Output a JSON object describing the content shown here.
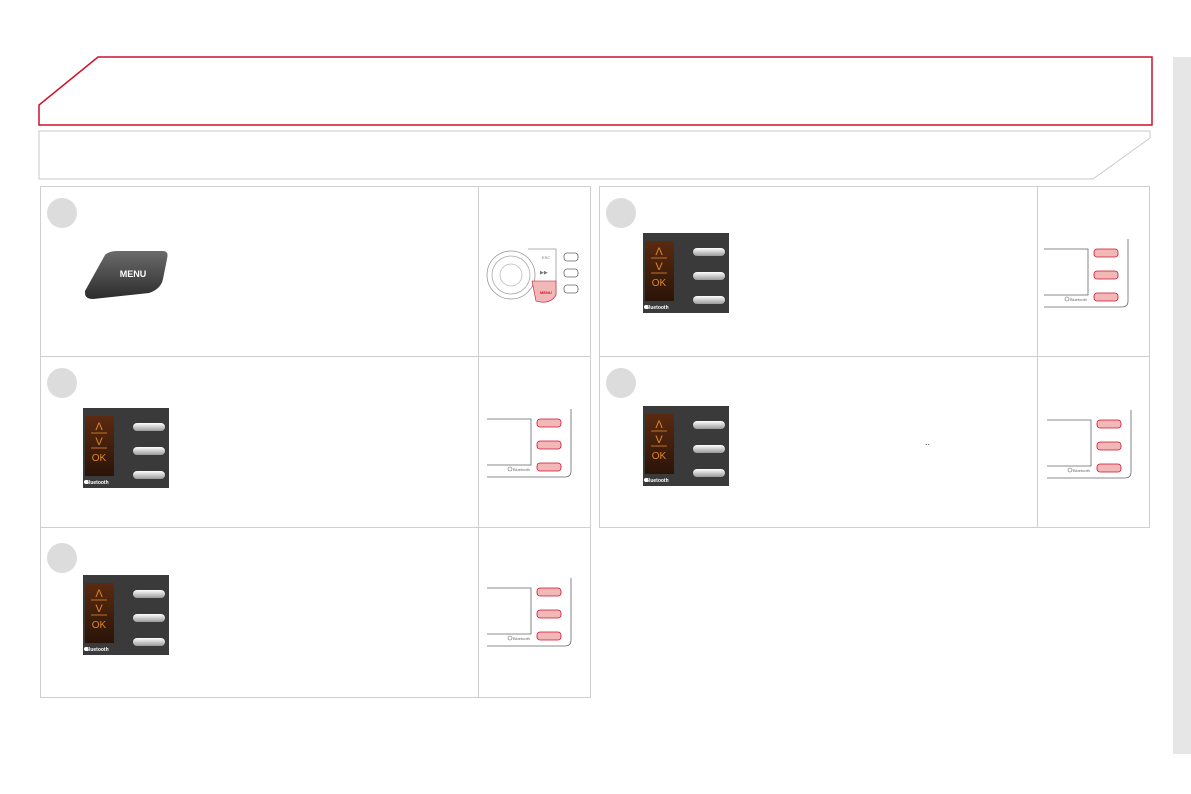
{
  "colors": {
    "accent_red": "#d0112b",
    "panel_dark": "#3a3a3a",
    "screen_orange": "#e0872b",
    "step_grey": "#dcdcdc"
  },
  "menu_button": {
    "label": "MENU",
    "icon": "menu-key-icon"
  },
  "mini_panel": {
    "esc_label": "ESC",
    "menu_label": "MENU",
    "skip_glyph": "▶▶"
  },
  "keypad": {
    "up_glyph": "Λ",
    "down_glyph": "V",
    "ok_label": "OK",
    "brand_label": "Bluetooth"
  },
  "note": {
    "dots": ".."
  }
}
